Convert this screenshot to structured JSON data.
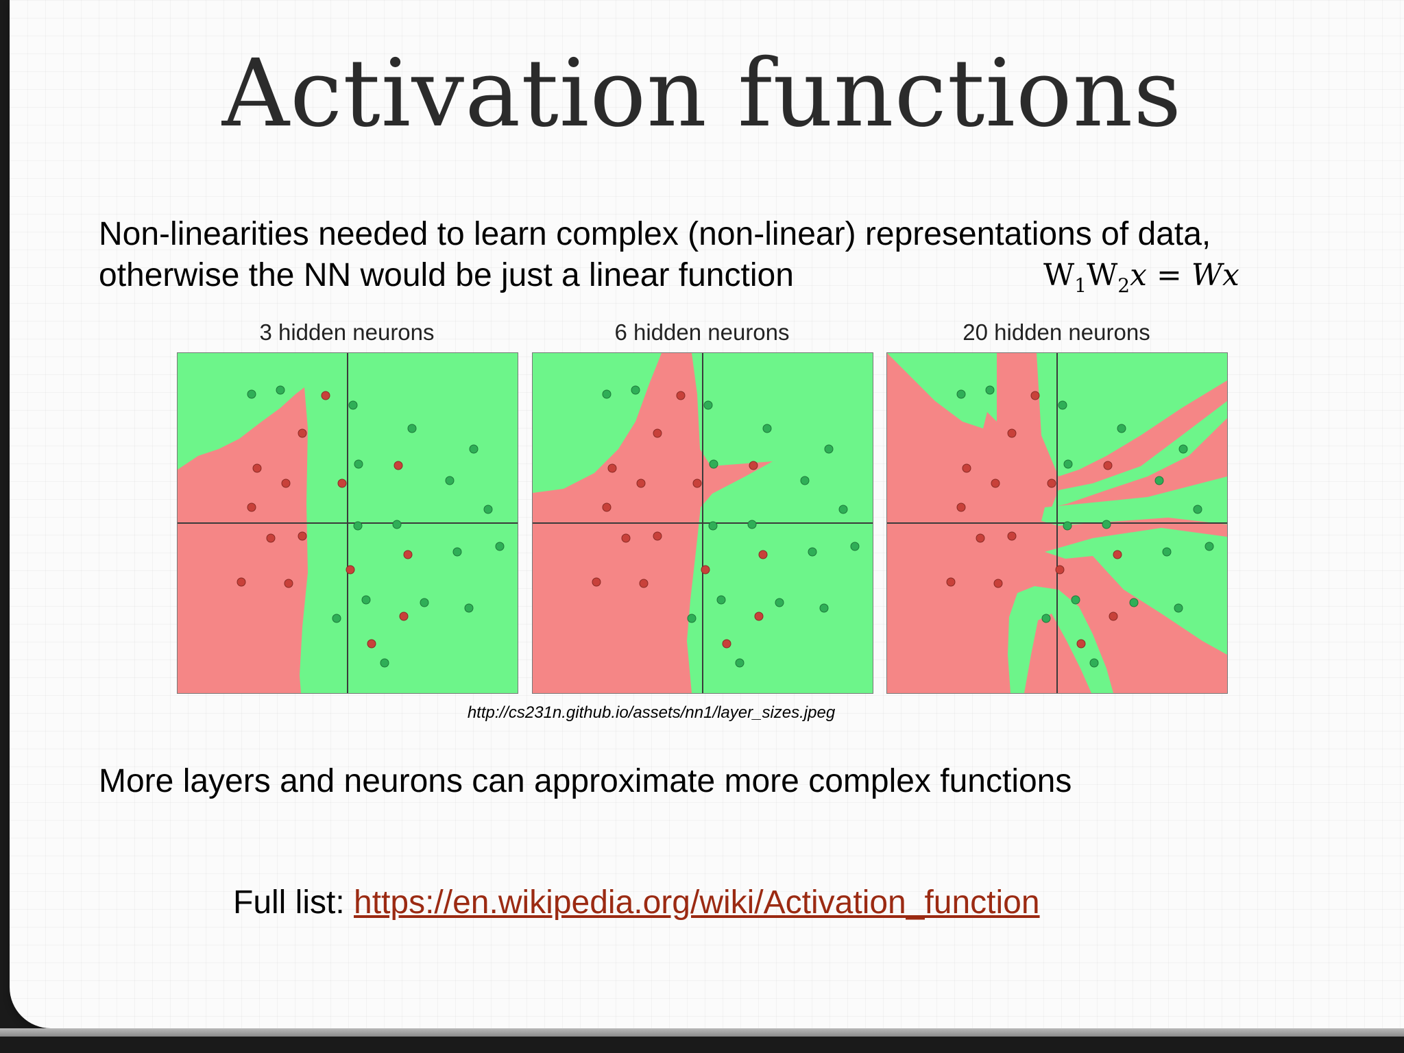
{
  "slide": {
    "title": "Activation functions",
    "paragraph1_line1": "Non-linearities needed to learn complex (non-linear) representations of data,",
    "paragraph1_line2": "otherwise the NN would be just a linear function",
    "formula": {
      "w1": "W",
      "w1_sub": "1",
      "w2": "W",
      "w2_sub": "2",
      "x": "x",
      "equals": "=",
      "rhs": "Wx"
    },
    "figure_caption": "http://cs231n.github.io/assets/nn1/layer_sizes.jpeg",
    "paragraph2": "More layers and neurons can approximate more complex functions",
    "full_list_label": "Full list:",
    "full_list_link": "https://en.wikipedia.org/wiki/Activation_function"
  },
  "colors": {
    "green_region": "#6df58a",
    "red_region": "#f58686",
    "green_point": "#2fae57",
    "red_point": "#c8413a",
    "link": "#9b2a12"
  },
  "panels": [
    {
      "title": "3 hidden neurons"
    },
    {
      "title": "6 hidden neurons"
    },
    {
      "title": "20 hidden neurons"
    }
  ]
}
